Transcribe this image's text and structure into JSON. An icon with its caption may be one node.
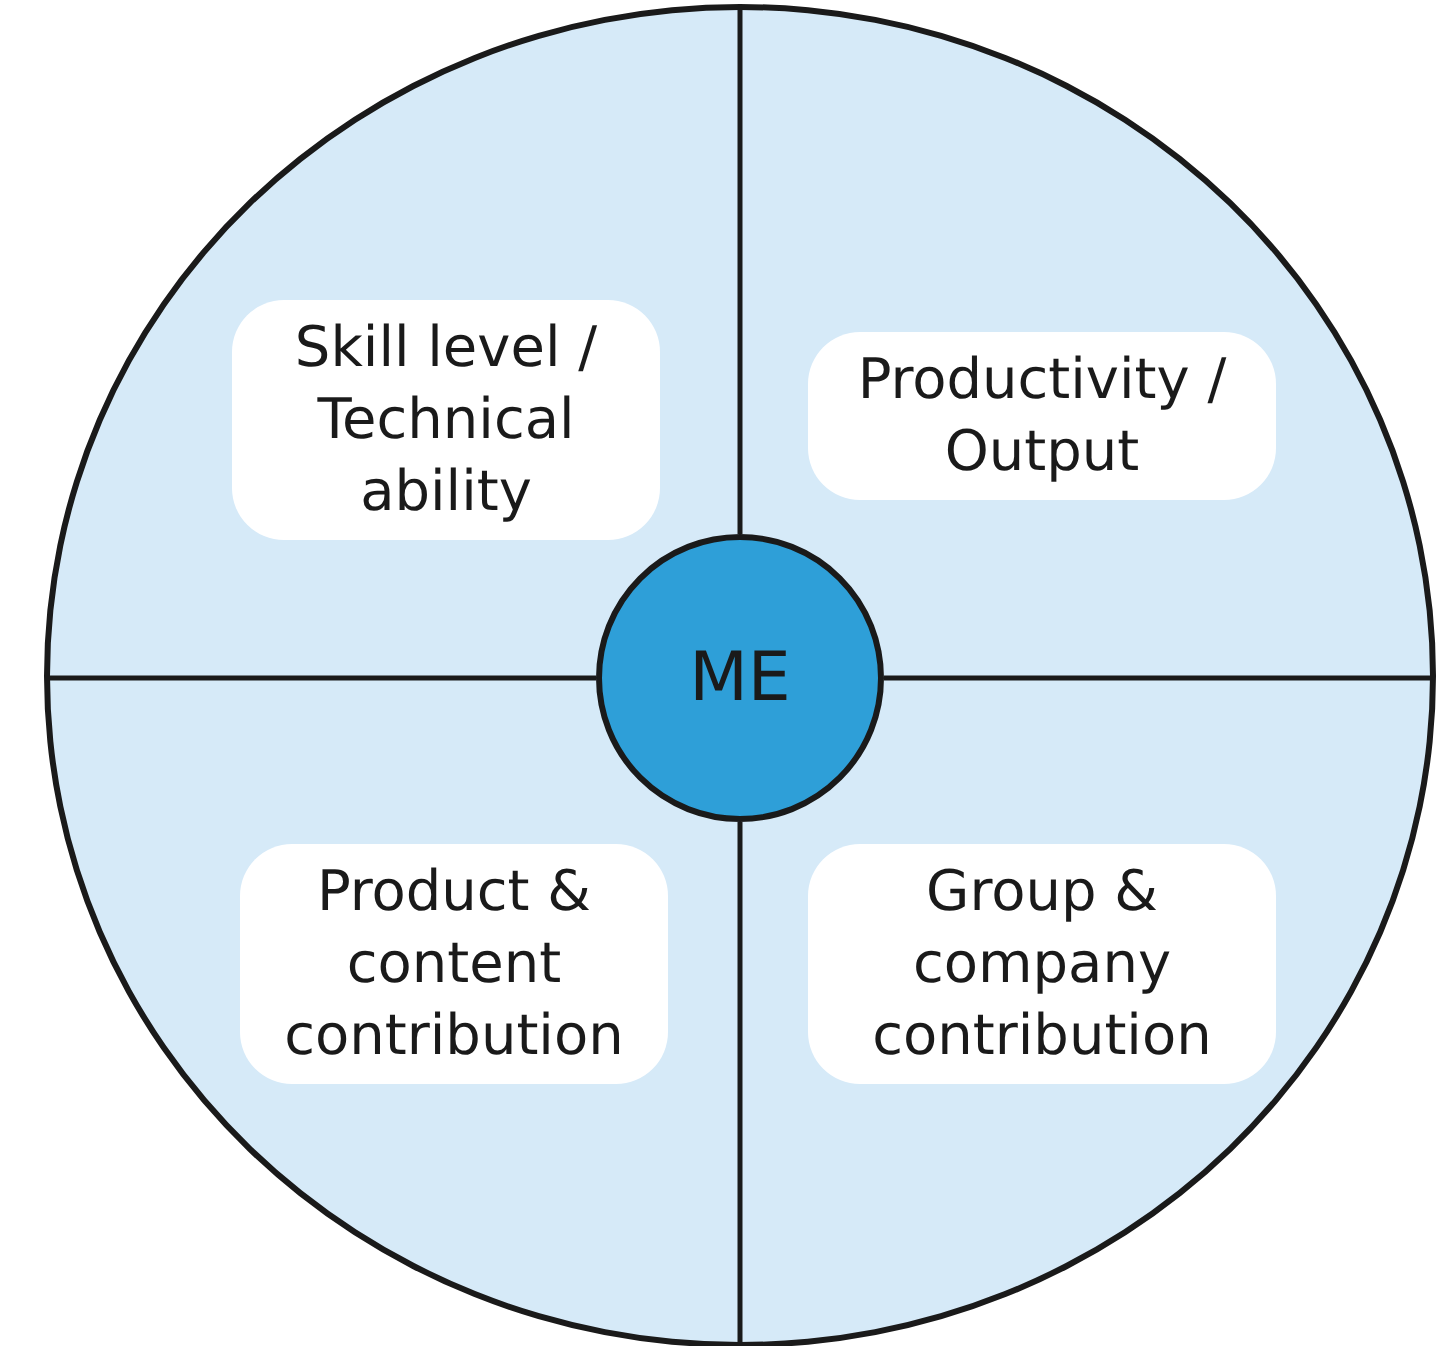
{
  "diagram": {
    "nodes": [
      {
        "text": [],
        "shape": "circle"
      },
      {
        "text": [
          "Skill level / Technical ability"
        ],
        "in": 0
      },
      {
        "text": [
          "Productivity / Output"
        ],
        "in": 0
      },
      {
        "text": [
          "ME"
        ],
        "in": 0
      },
      {
        "text": [
          "Product & content contribution"
        ],
        "in": 0
      },
      {
        "text": [
          "Group & company contribution"
        ],
        "in": 0
      }
    ]
  }
}
